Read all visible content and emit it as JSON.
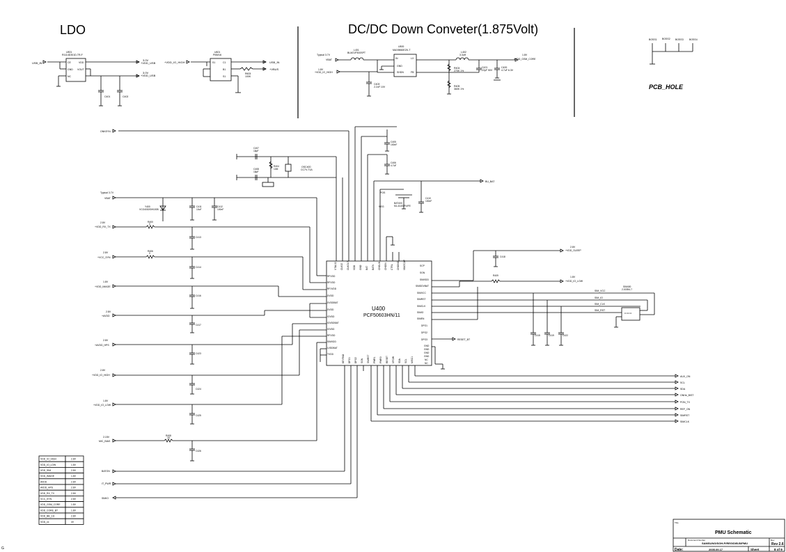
{
  "sections": {
    "ldo_title": "LDO",
    "dcdc_title": "DC/DC Down Conveter(1.875Volt)",
    "pcb_hole_title": "PCB_HOLE"
  },
  "ldo": {
    "u501": {
      "ref": "U501",
      "part": "R1114D301D-TR-F",
      "pins": [
        "CE",
        "VDD",
        "GND",
        "VOUT",
        "NC"
      ]
    },
    "u601": {
      "ref": "U601",
      "part": "PI5M16",
      "pins": [
        "S1",
        "C1",
        "B1",
        "S1"
      ]
    },
    "nets": [
      "USB_IN",
      "3.0V",
      "+VDD_USB",
      "3.0V",
      "+VDD_IO_HIGH",
      "USB_IN",
      "+VBUS"
    ],
    "caps": [
      "C401",
      "C402"
    ],
    "r_ref": "R603",
    "r_val": "100K"
  },
  "dcdc": {
    "u500": {
      "ref": "U500",
      "part": "MAX8560EZK-T",
      "pins": [
        "IN",
        "LX",
        "GND",
        "SHDN",
        "FB"
      ]
    },
    "l401": {
      "ref": "L401",
      "part": "BLM21P300SPT"
    },
    "l402": {
      "ref": "L402",
      "val": "3.3uH"
    },
    "typical": "Typical 3.7V",
    "vbat": "VBAT",
    "in_net_v": "1.8V",
    "in_net": "+VDD_IO_HIGH",
    "out_v": "1.8V",
    "out_net": "+VDD_GSM_CORE",
    "r404": "R404",
    "r404_val": "270K 1%",
    "r405": "R405",
    "r405_val": "360K 1%",
    "c403": "C403",
    "c421": "C421",
    "c403_val": "2.2uF 10V",
    "c421_val": "22pF 50V",
    "c400_ref": "C400",
    "c400_val": "4.7uF 6.3V"
  },
  "pcb_hole": {
    "labels": [
      "BOSS1",
      "BOSS2",
      "BOSS3",
      "BOSS4"
    ]
  },
  "u400": {
    "ref": "U400",
    "part": "PCF50603HN/11",
    "left_pins": [
      "RFVDD",
      "RFVDD",
      "RF1VDD",
      "DVDD",
      "DVDDBAT",
      "DVDD",
      "IOVDD",
      "IOVDDBAT",
      "IOVDD",
      "RFVDD",
      "SIMVDD",
      "LVDDBAT",
      "TVDD",
      "TVDD"
    ],
    "right_pins": [
      "SCP",
      "SGN",
      "SIMVDD",
      "SIMDDVBAT",
      "SIMVCC",
      "SIMRST",
      "SIMCLK",
      "SIMIO",
      "SIMEN",
      "DPO1",
      "DPO2",
      "DPO3",
      "GND",
      "GND",
      "GND",
      "GND",
      "NC",
      "NC"
    ],
    "top_pins": [
      "XTAL32",
      "CLK32",
      "CLKOUT",
      "VDD",
      "GND",
      "BAT",
      "BATV",
      "CHGUN",
      "CHGIN",
      "CTRL",
      "CHGIND",
      "VBATCAP"
    ],
    "bottom_pins": [
      "KEYPAD",
      "DPO1",
      "DPO2",
      "SGN",
      "SIMRST",
      "PWR1",
      "PWR0",
      "RESET",
      "VPOW",
      "SDA",
      "SCL",
      "MISC1"
    ]
  },
  "mid": {
    "onkey": "ONKEYN",
    "typical": "Typical 3.7V",
    "vbat": "VBAT",
    "y400": "Y400",
    "y400_part": "VCO4030SIH100B",
    "osc": "OSC400",
    "osc_part": "CC7V-T1A",
    "pos": "POS",
    "neg": "NEG",
    "bat_ref": "BAT400",
    "bat_part": "ML-614S/FN/FE",
    "bu_bat": "BU_BAT",
    "reset": "RESET_BT"
  },
  "rails": [
    {
      "v": "2.8V",
      "net": "+VDD_RX_TX",
      "r": "R400",
      "r_val": "0",
      "cap": "C413"
    },
    {
      "v": "2.8V",
      "net": "+VCC_SYN",
      "r": "R406",
      "r_val": "0",
      "cap": "C414"
    },
    {
      "v": "1.8V",
      "net": "+VDD_IMAGE",
      "r": "",
      "r_val": "",
      "cap": "C416"
    },
    {
      "v": "2.8V",
      "net": "+AVDD",
      "r": "",
      "r_val": "",
      "cap": "C417"
    },
    {
      "v": "2.8V",
      "net": "+AVDD_HPS",
      "r": "",
      "r_val": "",
      "cap": "C423"
    },
    {
      "v": "2.8V",
      "net": "+VDD_IO_HIGH",
      "r": "",
      "r_val": "",
      "cap": "C424"
    },
    {
      "v": "1.8V",
      "net": "+VDD_IO_LOW",
      "r": "",
      "r_val": "",
      "cap": "C425"
    },
    {
      "v": "2.15V",
      "net": "MIC_BIAS",
      "r": "R408",
      "r_val": "1K",
      "cap": "C426"
    }
  ],
  "right_side": {
    "sleep_v": "2.8V",
    "sleep_net": "+VDD_SLEEP",
    "io_low_v": "1.8V",
    "io_low_net": "+VDD_IO_LOW",
    "sim_nets": [
      "SIM_VCC",
      "SIM_IO",
      "SIM_CLK",
      "SIM_RST"
    ],
    "sim_ref": "SIM400",
    "sim_part": "2-00394-7",
    "caps": [
      "C415",
      "C419",
      "C422"
    ],
    "outputs": [
      "AUX_ON",
      "SCL",
      "SDA",
      "ONHe_BIST",
      "PON_TX",
      "REF_ON",
      "SIMRST",
      "SIMCLK"
    ]
  },
  "bottom_inputs": [
    "BATON",
    "IT_PWR",
    "SIMIO"
  ],
  "voltage_table": [
    [
      "VDD_IO_HIGH",
      "2.8V"
    ],
    [
      "VDD_IO_LOW",
      "1.8V"
    ],
    [
      "VDD_SIM",
      "2.8V"
    ],
    [
      "VDD_IMAGE",
      "1.8V"
    ],
    [
      "AVDD",
      "2.8V"
    ],
    [
      "AVDD_HPS",
      "2.8V"
    ],
    [
      "VDD_RX_TX",
      "2.8V"
    ],
    [
      "VCC_SYN",
      "2.8V"
    ],
    [
      "VDD_GSM_CORE",
      "1.8V"
    ],
    [
      "VDD_CORE_BT",
      "1.8V"
    ],
    [
      "VDD_BB_2.8",
      "2.8V"
    ],
    [
      "VDD_xx",
      "4V"
    ]
  ],
  "title_block": {
    "title_label": "Title",
    "title": "PMU Schematic",
    "docnum_label": "Document Number",
    "docnum": "SAMSUNG/SGH-P/REG/D/B.B/PMU",
    "rev_label": "Rev",
    "rev": "Rev 2.6",
    "date_label": "Date:",
    "date": "2005.09.17",
    "sheet_label": "Sheet",
    "sheet": "8 of 9"
  },
  "corner_mark": "G"
}
